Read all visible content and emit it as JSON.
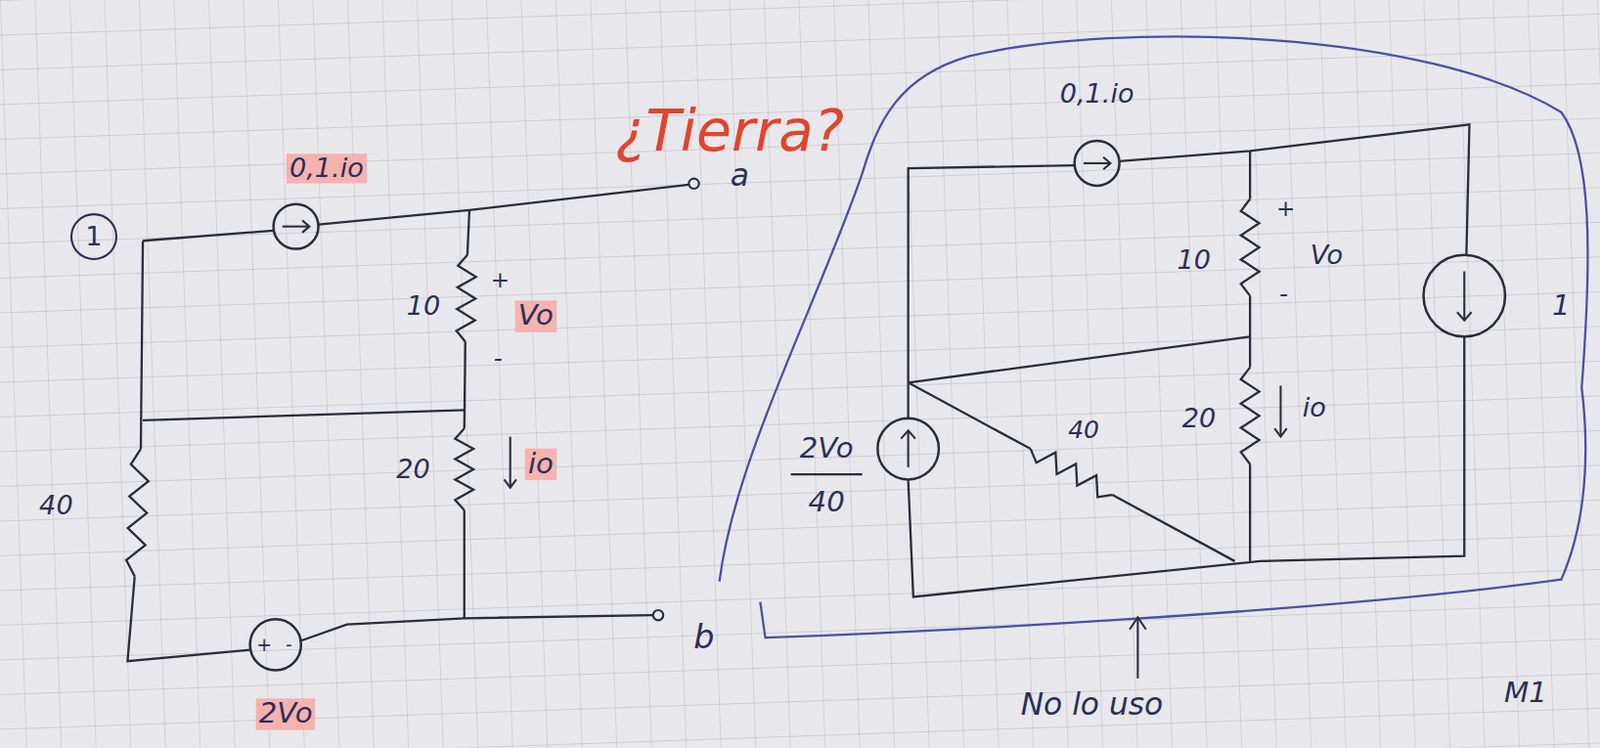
{
  "diagram": {
    "nodes": [
      {
        "text": [
          "1"
        ]
      }
    ],
    "labels": [
      "¿Tierra?",
      "0,1.io",
      "a",
      "+",
      "10",
      "Vo",
      "-",
      "20",
      "io",
      "40",
      "+",
      "-",
      "2Vo",
      "b",
      "0,1.io",
      "+",
      "10",
      "Vo",
      "-",
      "1",
      "2Vo",
      "40",
      "40",
      "20",
      "io",
      "No lo uso",
      "M1"
    ]
  }
}
